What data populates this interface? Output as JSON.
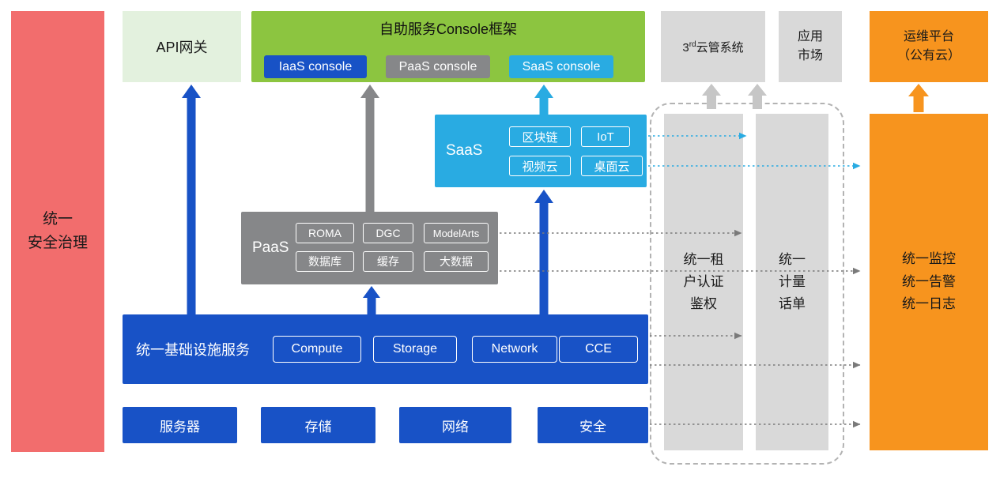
{
  "colors": {
    "red": "#F26D6D",
    "light_green": "#E3F1DE",
    "green": "#8CC540",
    "blue": "#1852C6",
    "gray": "#868789",
    "light_gray": "#D9D9D9",
    "cyan": "#29ABE2",
    "orange": "#F7941E"
  },
  "security_bar": {
    "label": "统一\n安全治理"
  },
  "api_gateway": {
    "label": "API网关"
  },
  "console": {
    "title": "自助服务Console框架",
    "iaas": "IaaS console",
    "paas": "PaaS console",
    "saas": "SaaS console"
  },
  "third_party_cloud": {
    "base": "3",
    "sup": "rd",
    "rest": "云管系统"
  },
  "app_market": {
    "label": "应用\n市场"
  },
  "om_platform": {
    "label": "运维平台\n（公有云）"
  },
  "saas": {
    "label": "SaaS",
    "items": [
      "区块链",
      "IoT",
      "视频云",
      "桌面云"
    ]
  },
  "paas": {
    "label": "PaaS",
    "items": [
      "ROMA",
      "DGC",
      "ModelArts",
      "数据库",
      "缓存",
      "大数据"
    ]
  },
  "infra": {
    "label": "统一基础设施服务",
    "items": [
      "Compute",
      "Storage",
      "Network",
      "CCE"
    ]
  },
  "hardware": {
    "items": [
      "服务器",
      "存储",
      "网络",
      "安全"
    ]
  },
  "auth_bar": {
    "label": "统一租\n户认证\n鉴权"
  },
  "metering_bar": {
    "label": "统一\n计量\n话单"
  },
  "monitor_bar": {
    "label": "统一监控\n统一告警\n统一日志"
  }
}
